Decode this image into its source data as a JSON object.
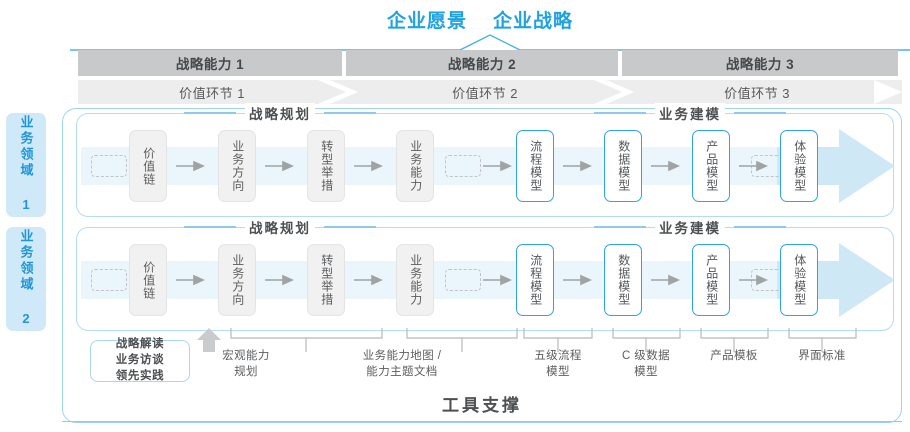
{
  "header": {
    "titles": [
      "企业愿景",
      "企业战略"
    ],
    "accent_color": "#1ea2e0"
  },
  "capability_bar": {
    "bg_color": "#c8c9ca",
    "items": [
      {
        "label": "战略能力 1"
      },
      {
        "label": "战略能力 2"
      },
      {
        "label": "战略能力 3"
      }
    ]
  },
  "value_chain_bar": {
    "bg_color": "#ededed",
    "items": [
      {
        "label": "价值环节 1"
      },
      {
        "label": "价值环节 2"
      },
      {
        "label": "价值环节 3"
      }
    ]
  },
  "domain_tabs": [
    {
      "label": "业务领域 1",
      "color": "#2196d6",
      "bg": "#cfe9f8"
    },
    {
      "label": "业务领域 2",
      "color": "#2196d6",
      "bg": "#cfe9f8"
    }
  ],
  "sections": [
    {
      "title": "战略规划"
    },
    {
      "title": "业务建模"
    }
  ],
  "rows": [
    {
      "planning_nodes": [
        "价值链",
        "业务方向",
        "转型举措",
        "业务能力"
      ],
      "modeling_nodes": [
        "流程模型",
        "数据模型",
        "产品模型",
        "体验模型"
      ]
    },
    {
      "planning_nodes": [
        "价值链",
        "业务方向",
        "转型举措",
        "业务能力"
      ],
      "modeling_nodes": [
        "流程模型",
        "数据模型",
        "产品模型",
        "体验模型"
      ]
    }
  ],
  "tools": {
    "boxed": {
      "lines": [
        "战略解读",
        "业务访谈",
        "领先实践"
      ]
    },
    "labels": [
      {
        "lines": [
          "宏观能力",
          "规划"
        ]
      },
      {
        "lines": [
          "业务能力地图 /",
          "能力主题文档"
        ]
      },
      {
        "lines": [
          "五级流程",
          "模型"
        ]
      },
      {
        "lines": [
          "C 级数据",
          "模型"
        ]
      },
      {
        "lines": [
          "产品模板"
        ]
      },
      {
        "lines": [
          "界面标准"
        ]
      }
    ]
  },
  "bottom_banner": {
    "label": "工具支撑"
  }
}
